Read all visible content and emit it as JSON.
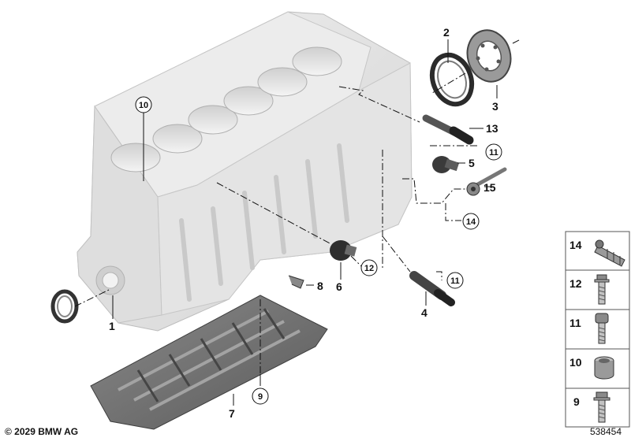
{
  "callouts": {
    "c1": "1",
    "c2": "2",
    "c3": "3",
    "c4": "4",
    "c5": "5",
    "c6": "6",
    "c7": "7",
    "c8": "8",
    "c9": "9",
    "c10": "10",
    "c11a": "11",
    "c11b": "11",
    "c12": "12",
    "c13": "13",
    "c14": "14",
    "c15": "15"
  },
  "legend": [
    {
      "number": "14",
      "icon": "cable-clip-icon"
    },
    {
      "number": "12",
      "icon": "flange-bolt-icon"
    },
    {
      "number": "11",
      "icon": "socket-head-screw-icon"
    },
    {
      "number": "10",
      "icon": "dowel-sleeve-icon"
    },
    {
      "number": "9",
      "icon": "hex-bolt-icon"
    }
  ],
  "footer": {
    "copyright": "© 2029 BMW AG",
    "diagram_id": "538454"
  }
}
